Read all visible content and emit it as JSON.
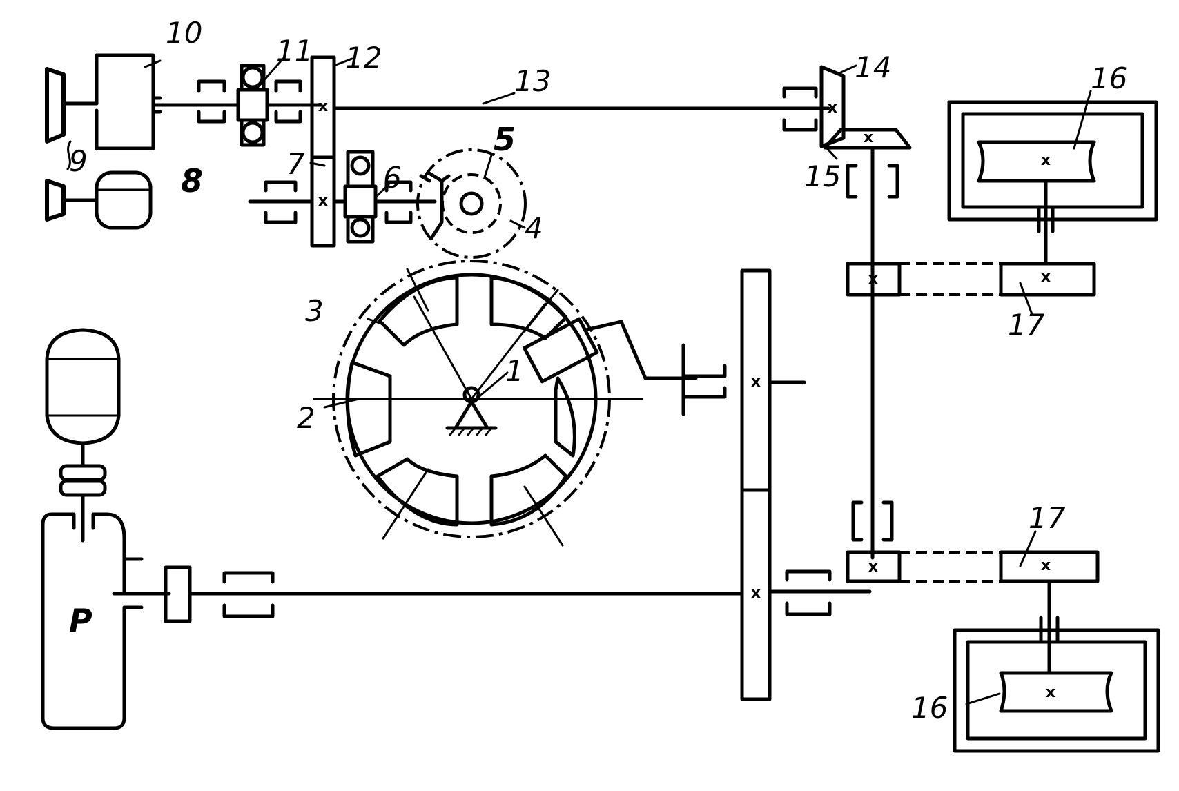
{
  "labels": {
    "l1": "1",
    "l2": "2",
    "l3": "3",
    "l4": "4",
    "l5": "5",
    "l6": "6",
    "l7": "7",
    "l8": "8",
    "l9": "9",
    "l10": "10",
    "l11": "11",
    "l12": "12",
    "l13": "13",
    "l14": "14",
    "l15": "15",
    "l16a": "16",
    "l16b": "16",
    "l17a": "17",
    "l17b": "17",
    "p": "P"
  },
  "marks": {
    "cross": "x"
  }
}
